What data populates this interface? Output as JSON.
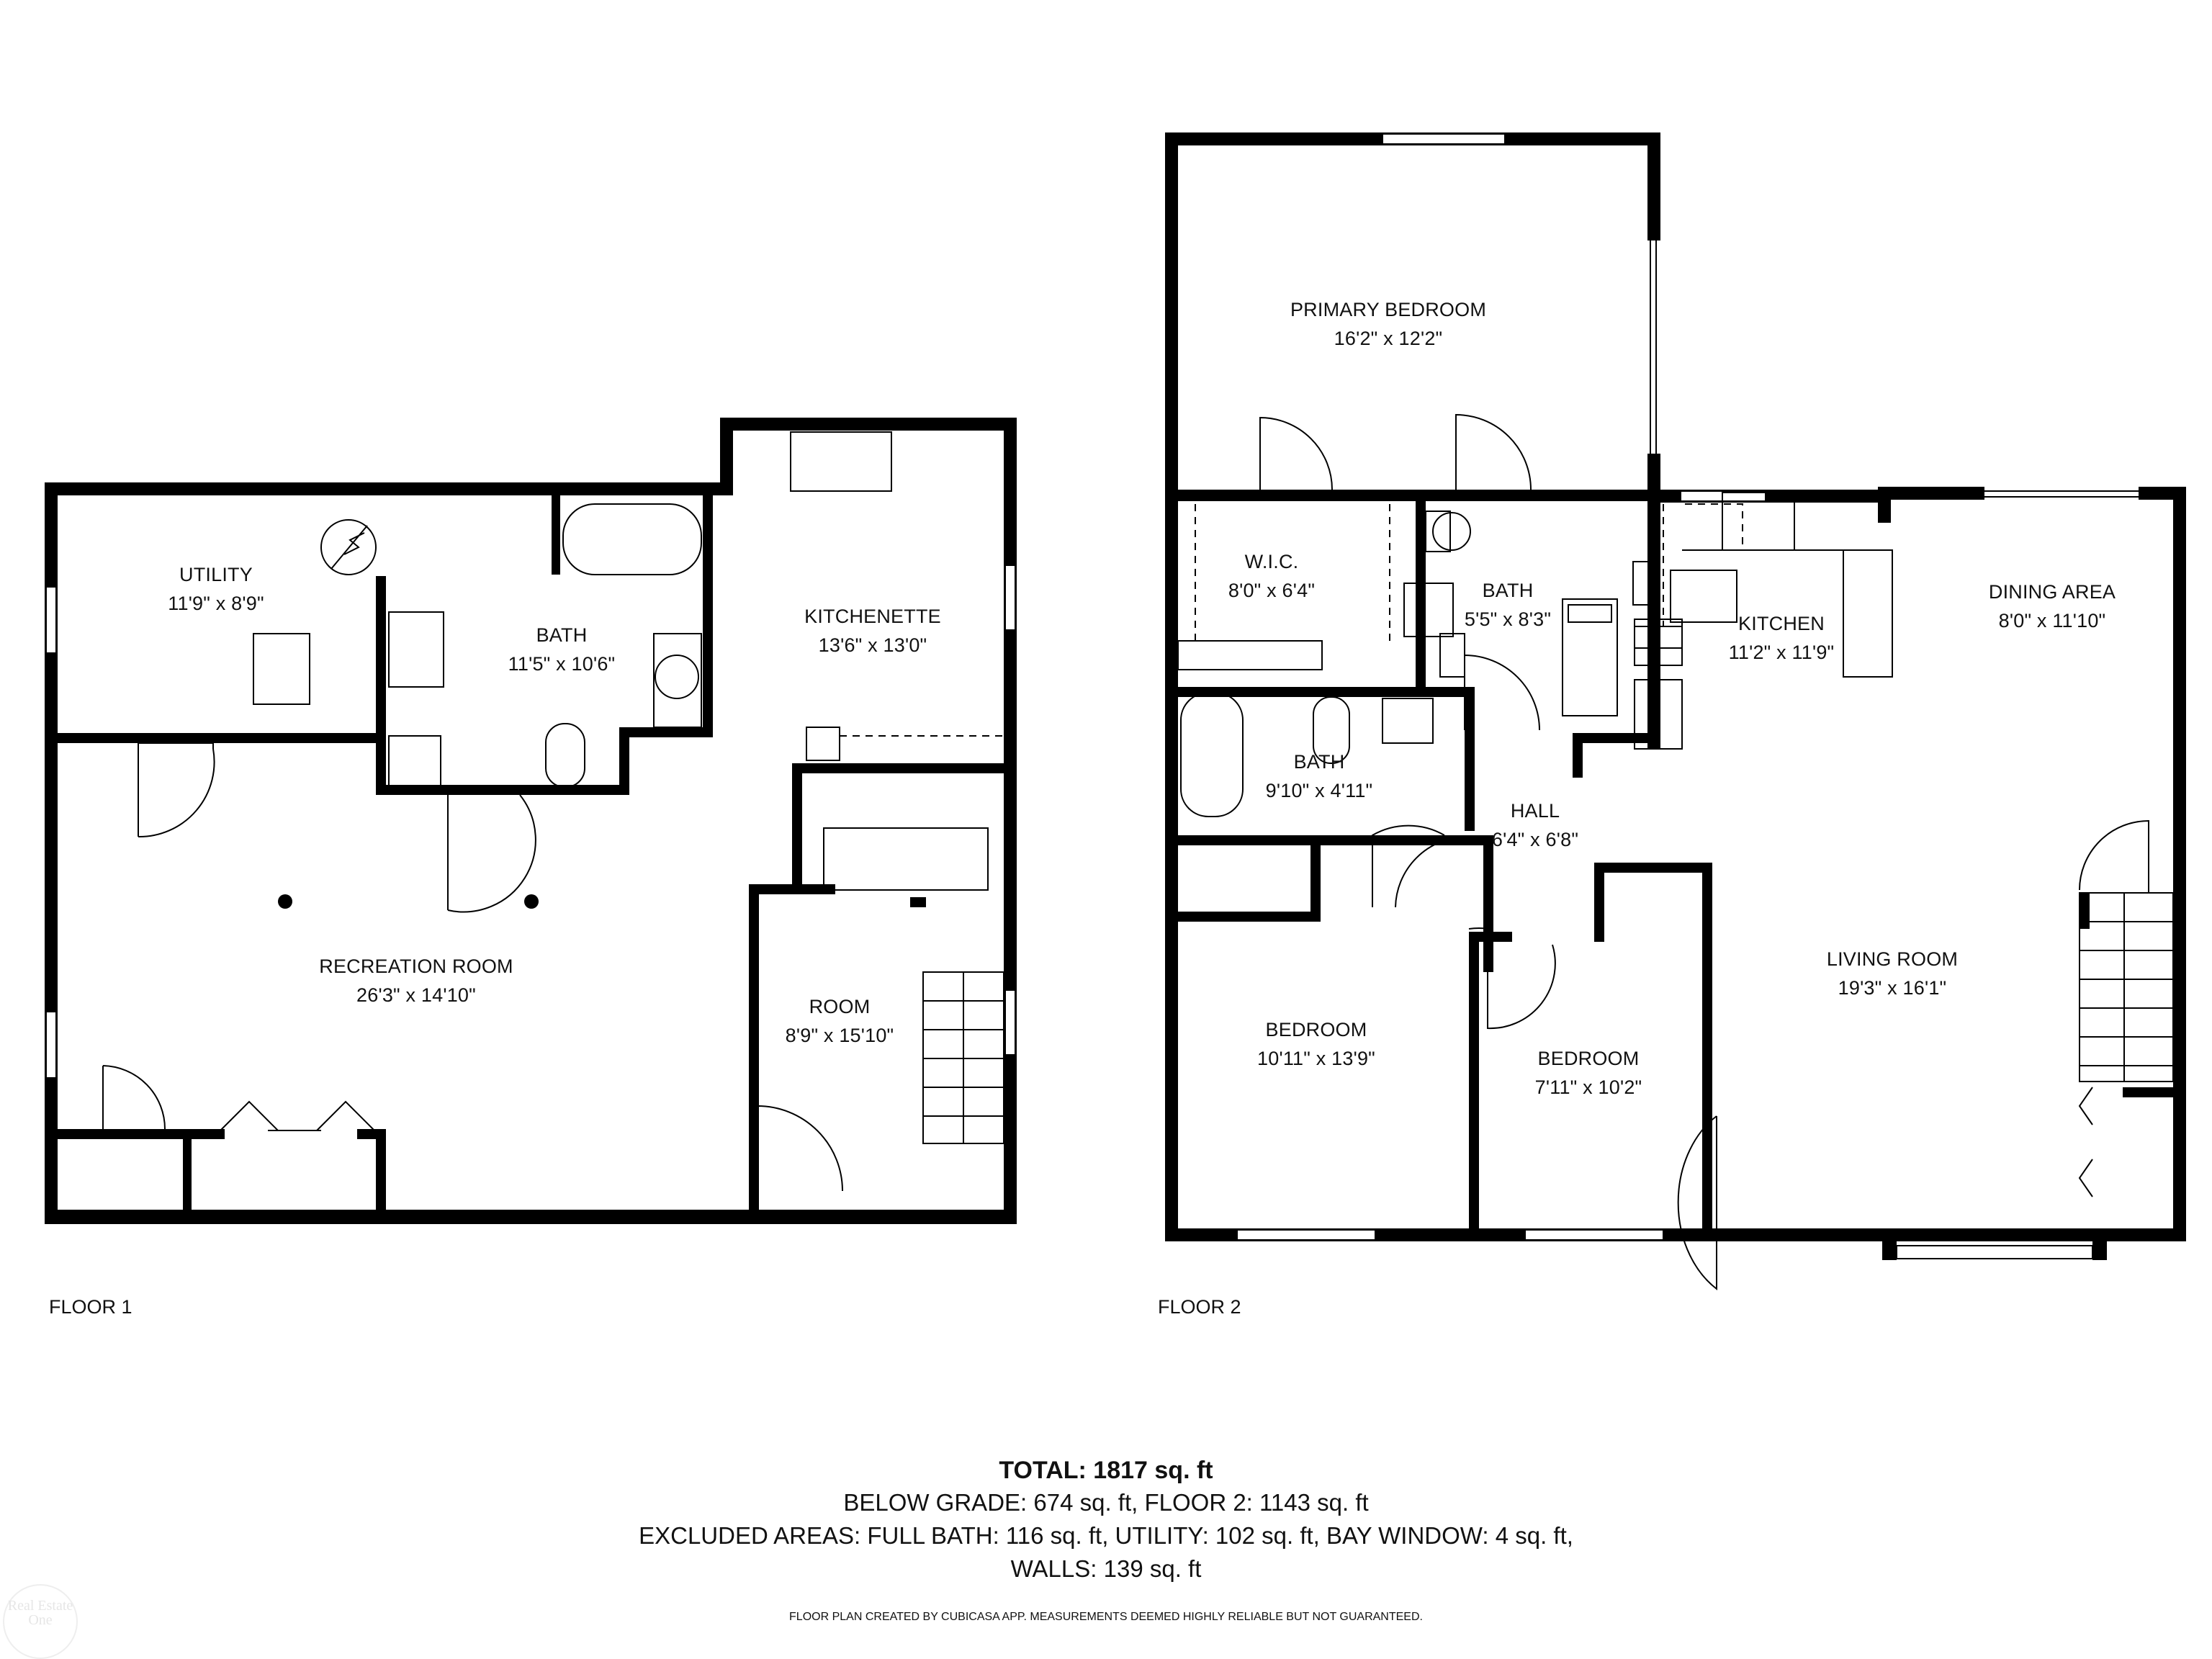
{
  "floors": [
    {
      "label": "FLOOR 1",
      "rooms": [
        {
          "name": "UTILITY",
          "dims": "11'9\" x 8'9\""
        },
        {
          "name": "BATH",
          "dims": "11'5\" x 10'6\""
        },
        {
          "name": "KITCHENETTE",
          "dims": "13'6\" x 13'0\""
        },
        {
          "name": "RECREATION ROOM",
          "dims": "26'3\" x 14'10\""
        },
        {
          "name": "ROOM",
          "dims": "8'9\" x 15'10\""
        }
      ]
    },
    {
      "label": "FLOOR 2",
      "rooms": [
        {
          "name": "PRIMARY BEDROOM",
          "dims": "16'2\" x 12'2\""
        },
        {
          "name": "W.I.C.",
          "dims": "8'0\" x 6'4\""
        },
        {
          "name": "BATH",
          "dims": "5'5\" x 8'3\""
        },
        {
          "name": "KITCHEN",
          "dims": "11'2\" x 11'9\""
        },
        {
          "name": "DINING AREA",
          "dims": "8'0\" x 11'10\""
        },
        {
          "name": "BATH",
          "dims": "9'10\" x 4'11\""
        },
        {
          "name": "HALL",
          "dims": "6'4\" x 6'8\""
        },
        {
          "name": "LIVING ROOM",
          "dims": "19'3\" x 16'1\""
        },
        {
          "name": "BEDROOM",
          "dims": "10'11\" x 13'9\""
        },
        {
          "name": "BEDROOM",
          "dims": "7'11\" x 10'2\""
        }
      ]
    }
  ],
  "summary": {
    "total": "TOTAL: 1817 sq. ft",
    "below_grade": "BELOW GRADE: 674 sq. ft, FLOOR 2: 1143 sq. ft",
    "excluded": "EXCLUDED AREAS: FULL BATH: 116 sq. ft, UTILITY: 102 sq. ft, BAY WINDOW: 4 sq. ft,",
    "walls": "WALLS: 139 sq. ft"
  },
  "disclaimer": "FLOOR PLAN CREATED BY CUBICASA APP. MEASUREMENTS DEEMED HIGHLY RELIABLE BUT NOT GUARANTEED.",
  "watermark": "Real Estate One",
  "colors": {
    "wall": "#000000",
    "background": "#ffffff"
  }
}
